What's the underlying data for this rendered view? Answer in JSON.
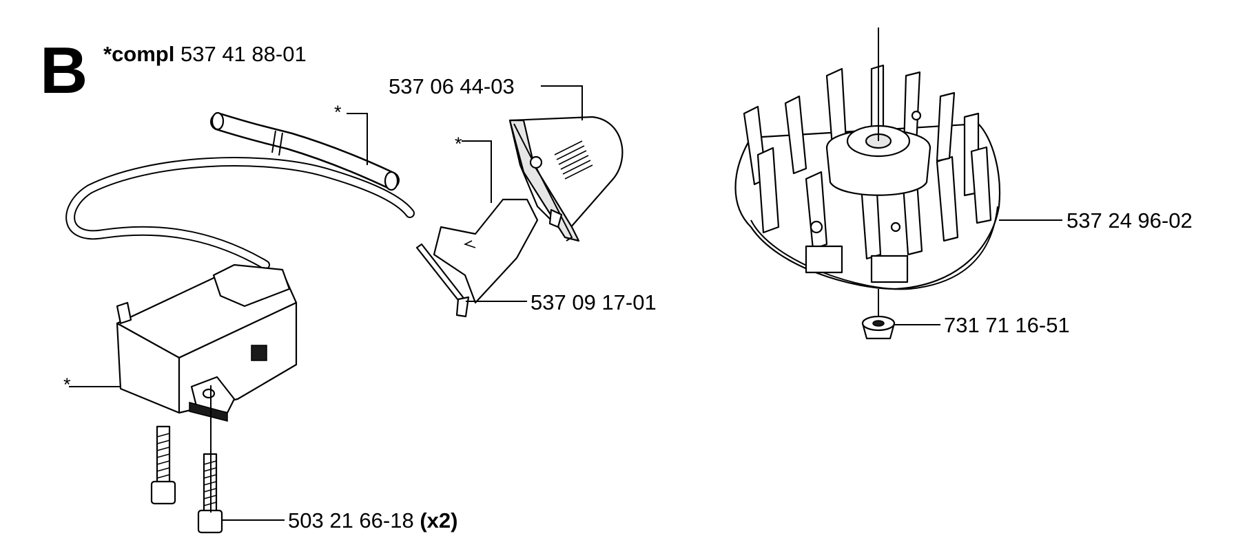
{
  "section": {
    "letter": "B"
  },
  "kit": {
    "prefix": "*compl",
    "number": "537 41 88-01"
  },
  "callouts": {
    "deflector": "537 06 44-03",
    "spring": "537 09 17-01",
    "flywheel": "537 24 96-02",
    "nut": "731 71 16-51",
    "screw": "503 21 66-18",
    "screw_qty": "(x2)",
    "star_hose": "*",
    "star_shield": "*",
    "star_module": "*"
  }
}
